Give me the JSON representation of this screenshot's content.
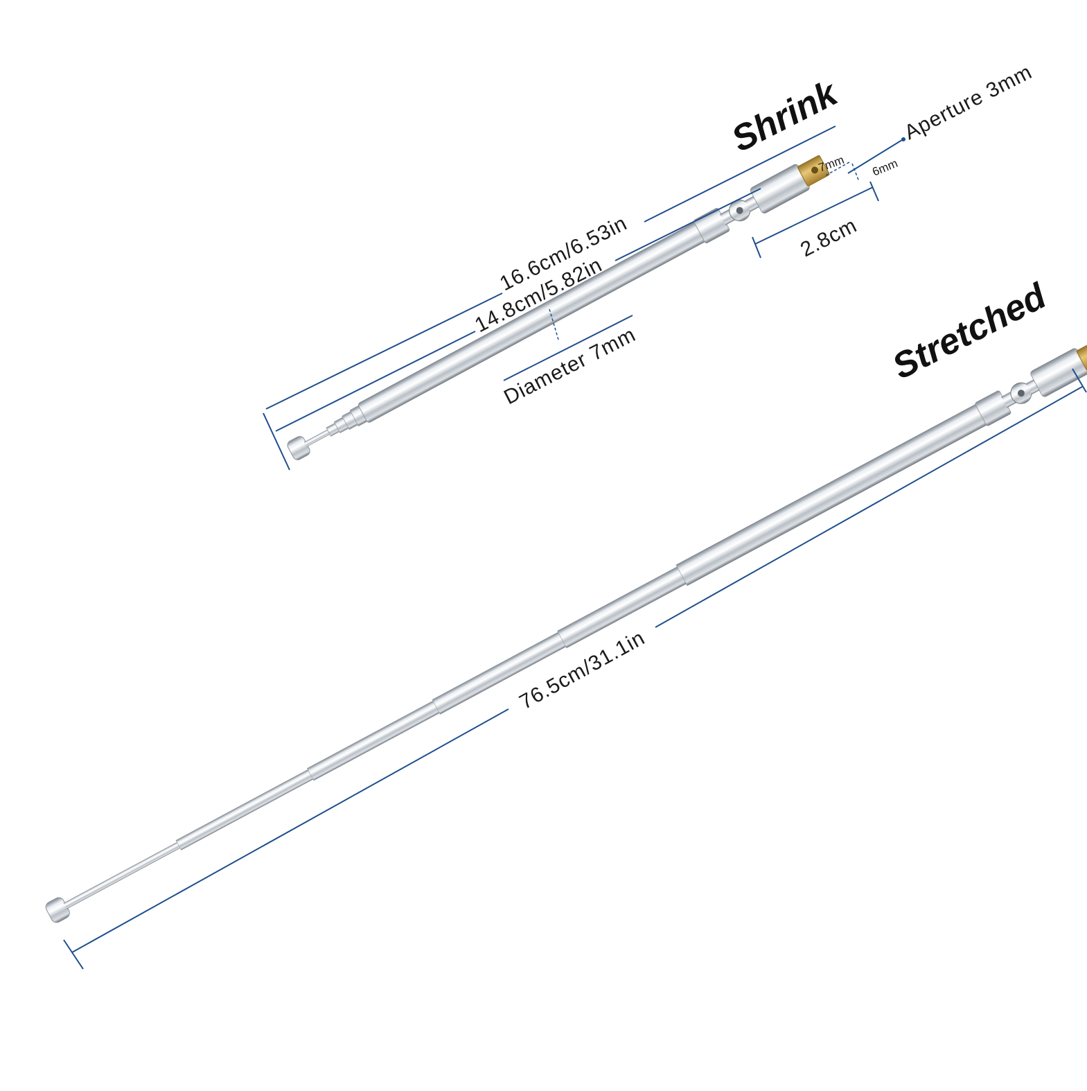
{
  "colors": {
    "dimension_line": "#1f4e8c",
    "chrome_light": "#f4f6f8",
    "chrome_mid": "#c7ccd2",
    "chrome_dark": "#6f7780",
    "brass": "#c9a24a",
    "background": "#ffffff"
  },
  "icons": {
    "shrunk_antenna": "telescopic-antenna-collapsed-icon",
    "stretched_antenna": "telescopic-antenna-extended-icon"
  },
  "shrink": {
    "title": "Shrink",
    "length_total": "16.6cm/6.53in",
    "length_body": "14.8cm/5.82in",
    "diameter": "Diameter 7mm",
    "joint_length": "2.8cm",
    "aperture": "Aperture 3mm",
    "tab_width": "7mm",
    "tab_height": "6mm"
  },
  "stretched": {
    "title": "Stretched",
    "length_total": "76.5cm/31.1in"
  }
}
